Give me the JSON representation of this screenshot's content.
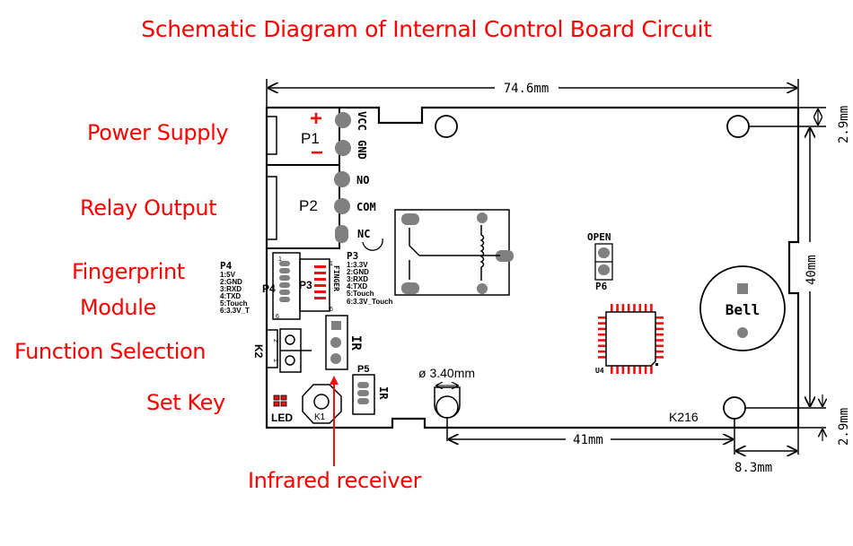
{
  "title": "Schematic Diagram of Internal Control Board Circuit",
  "callouts": {
    "power_supply": "Power Supply",
    "relay_output": "Relay Output",
    "fingerprint_line1": "Fingerprint",
    "fingerprint_line2": "Module",
    "function_selection": "Function Selection",
    "set_key": "Set Key",
    "infrared_receiver": "Infrared receiver"
  },
  "colors": {
    "callout": "#ff0000",
    "line": "#000000",
    "pad": "#808080",
    "smd_pad": "#ee1111"
  },
  "board": {
    "p1": {
      "name": "P1",
      "plus": "+",
      "minus": "−",
      "pin1": "VCC",
      "pin2": "GND"
    },
    "p2": {
      "name": "P2",
      "pin1": "NO",
      "pin2": "COM",
      "pin3": "NC"
    },
    "p4": {
      "name": "P4",
      "pins": [
        "1:5V",
        "2:GND",
        "3:RXD",
        "4:TXD",
        "5:Touch",
        "6:3.3V_T"
      ],
      "pin_first": "1",
      "pin_last": "6"
    },
    "p3": {
      "name": "P3",
      "vertical_label": "FINGER",
      "pins": [
        "1:3.3V",
        "2:GND",
        "3:RXD",
        "4:TXD",
        "5:Touch",
        "6:3.3V_Touch"
      ],
      "pin_first": "1",
      "pin_last": "6"
    },
    "k2": {
      "name": "K2",
      "pin1": "1",
      "pin2": "2"
    },
    "ir_header": {
      "name": "IR"
    },
    "p5": {
      "name": "P5",
      "ir_label": "IR"
    },
    "led": {
      "name": "LED"
    },
    "k1": {
      "name": "K1"
    },
    "p6": {
      "name": "P6",
      "label": "OPEN"
    },
    "u4": {
      "name": "U4"
    },
    "bell": {
      "name": "Bell"
    },
    "model": "K216",
    "hole_diameter": "ø 3.40mm"
  },
  "dimensions": {
    "width": "74.6mm",
    "height": "40mm",
    "top_margin": "2.9mm",
    "bottom_margin": "2.9mm",
    "hole_spacing": "41mm",
    "right_offset": "8.3mm"
  }
}
